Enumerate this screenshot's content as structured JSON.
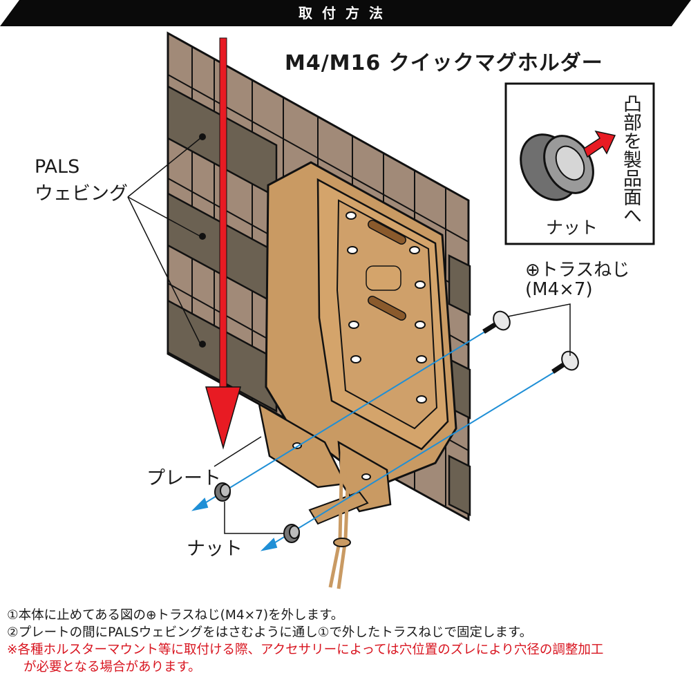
{
  "header": {
    "title": "取付方法"
  },
  "product_title": "M4/M16 クイックマグホルダー",
  "labels": {
    "pals_line1": "PALS",
    "pals_line2": "ウェビング",
    "screw_line1": "⊕トラスねじ",
    "screw_line2": "(M4×7)",
    "plate": "プレート",
    "nut": "ナット"
  },
  "inset": {
    "nut_label": "ナット",
    "side_text": "凸部を製品面へ"
  },
  "instructions": {
    "step1": "①本体に止めてある図の⊕トラスねじ(M4×7)を外します。",
    "step2": "②プレートの間にPALSウェビングをはさむように通し①で外したトラスねじで固定します。",
    "note_line1": "※各種ホルスターマウント等に取付ける際、アクセサリーによっては穴位置のズレにより穴径の調整加工",
    "note_line2": "が必要となる場合があります。"
  },
  "colors": {
    "header_bg": "#0a0a0a",
    "panel_fill": "#a18a78",
    "webbing_fill": "#6b6152",
    "holder_fill": "#c99a63",
    "arrow_red": "#e81b23",
    "guide_blue": "#1f8fd6",
    "note_red": "#d8141f"
  }
}
